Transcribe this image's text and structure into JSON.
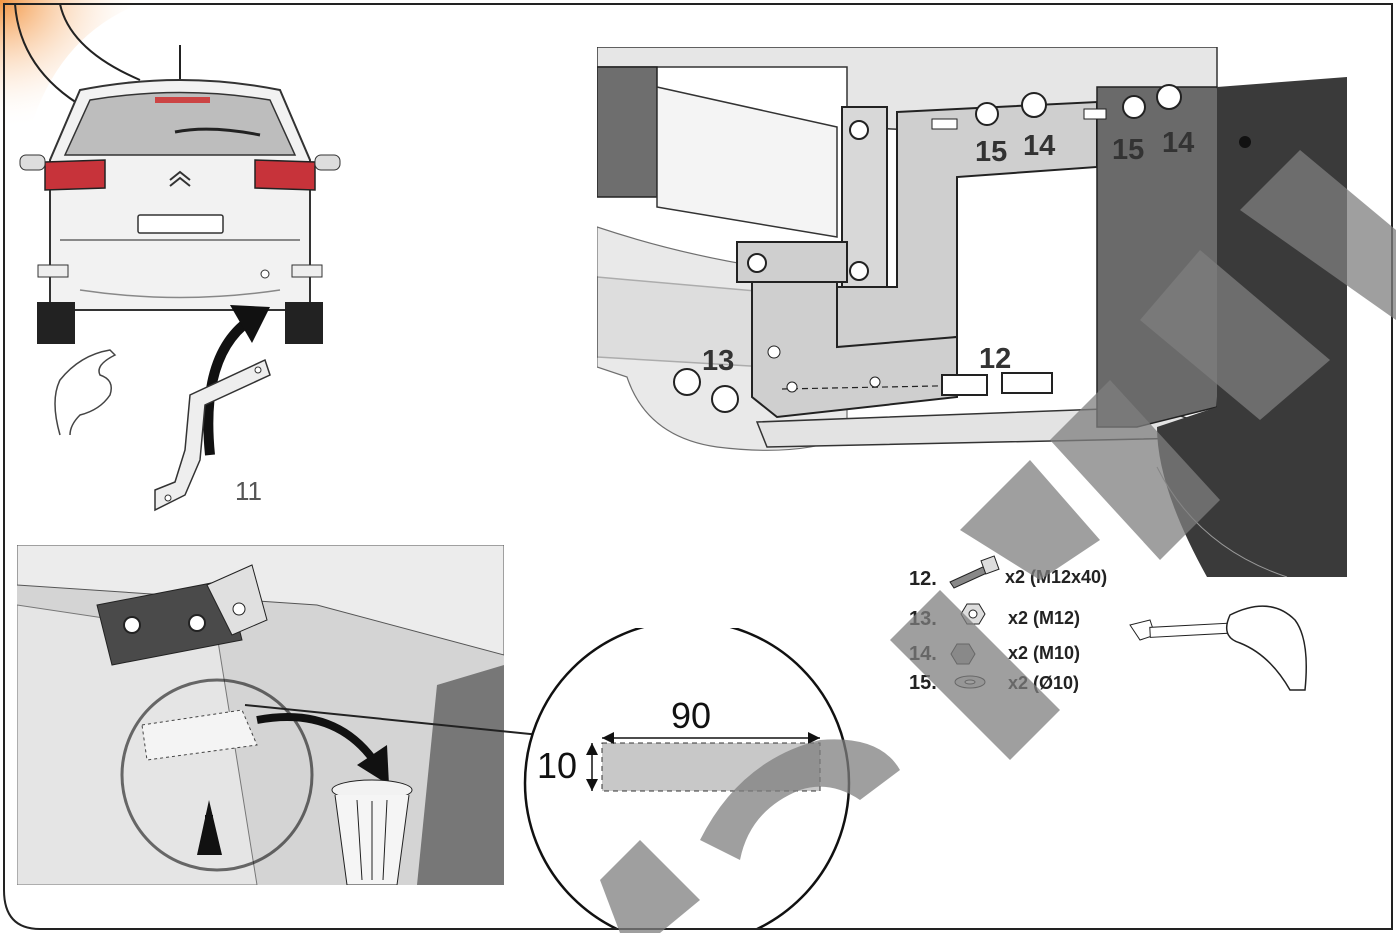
{
  "figure": {
    "car_part_label": "11",
    "dimension_width": "90",
    "dimension_height": "10",
    "mount_labels": {
      "washer_left": "15",
      "nut_left": "14",
      "washer_right": "15",
      "nut_right": "14",
      "nut_front": "13",
      "bolt_front": "12"
    },
    "parts_list": [
      {
        "num": "12.",
        "qty": "x2 (M12x40)"
      },
      {
        "num": "13.",
        "qty": "x2 (M12)"
      },
      {
        "num": "14.",
        "qty": "x2 (M10)"
      },
      {
        "num": "15.",
        "qty": "x2 (Ø10)"
      }
    ],
    "watermark_color": "#7f7f7f"
  }
}
